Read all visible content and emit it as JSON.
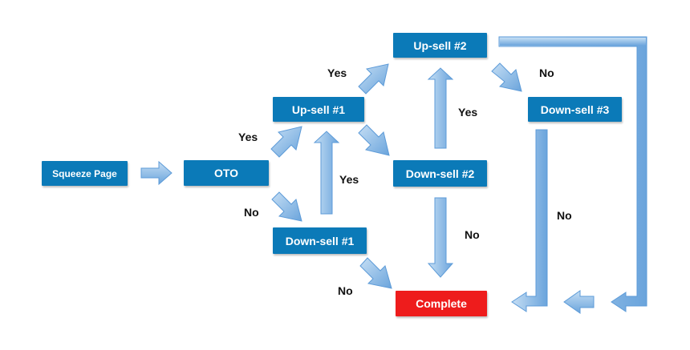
{
  "colors": {
    "box": "#0b7ab8",
    "complete": "#ee1c1c",
    "arrow_light": "#b9d7f2",
    "arrow_dark": "#5d9bd8"
  },
  "nodes": {
    "squeeze": "Squeeze Page",
    "oto": "OTO",
    "upsell1": "Up-sell #1",
    "upsell2": "Up-sell #2",
    "downsell1": "Down-sell #1",
    "downsell2": "Down-sell #2",
    "downsell3": "Down-sell #3",
    "complete": "Complete"
  },
  "labels": {
    "oto_yes": "Yes",
    "oto_no": "No",
    "upsell1_yes": "Yes",
    "downsell1_yes": "Yes",
    "downsell1_no": "No",
    "downsell2_yes": "Yes",
    "downsell2_no": "No",
    "upsell2_no": "No",
    "downsell3_no": "No"
  }
}
